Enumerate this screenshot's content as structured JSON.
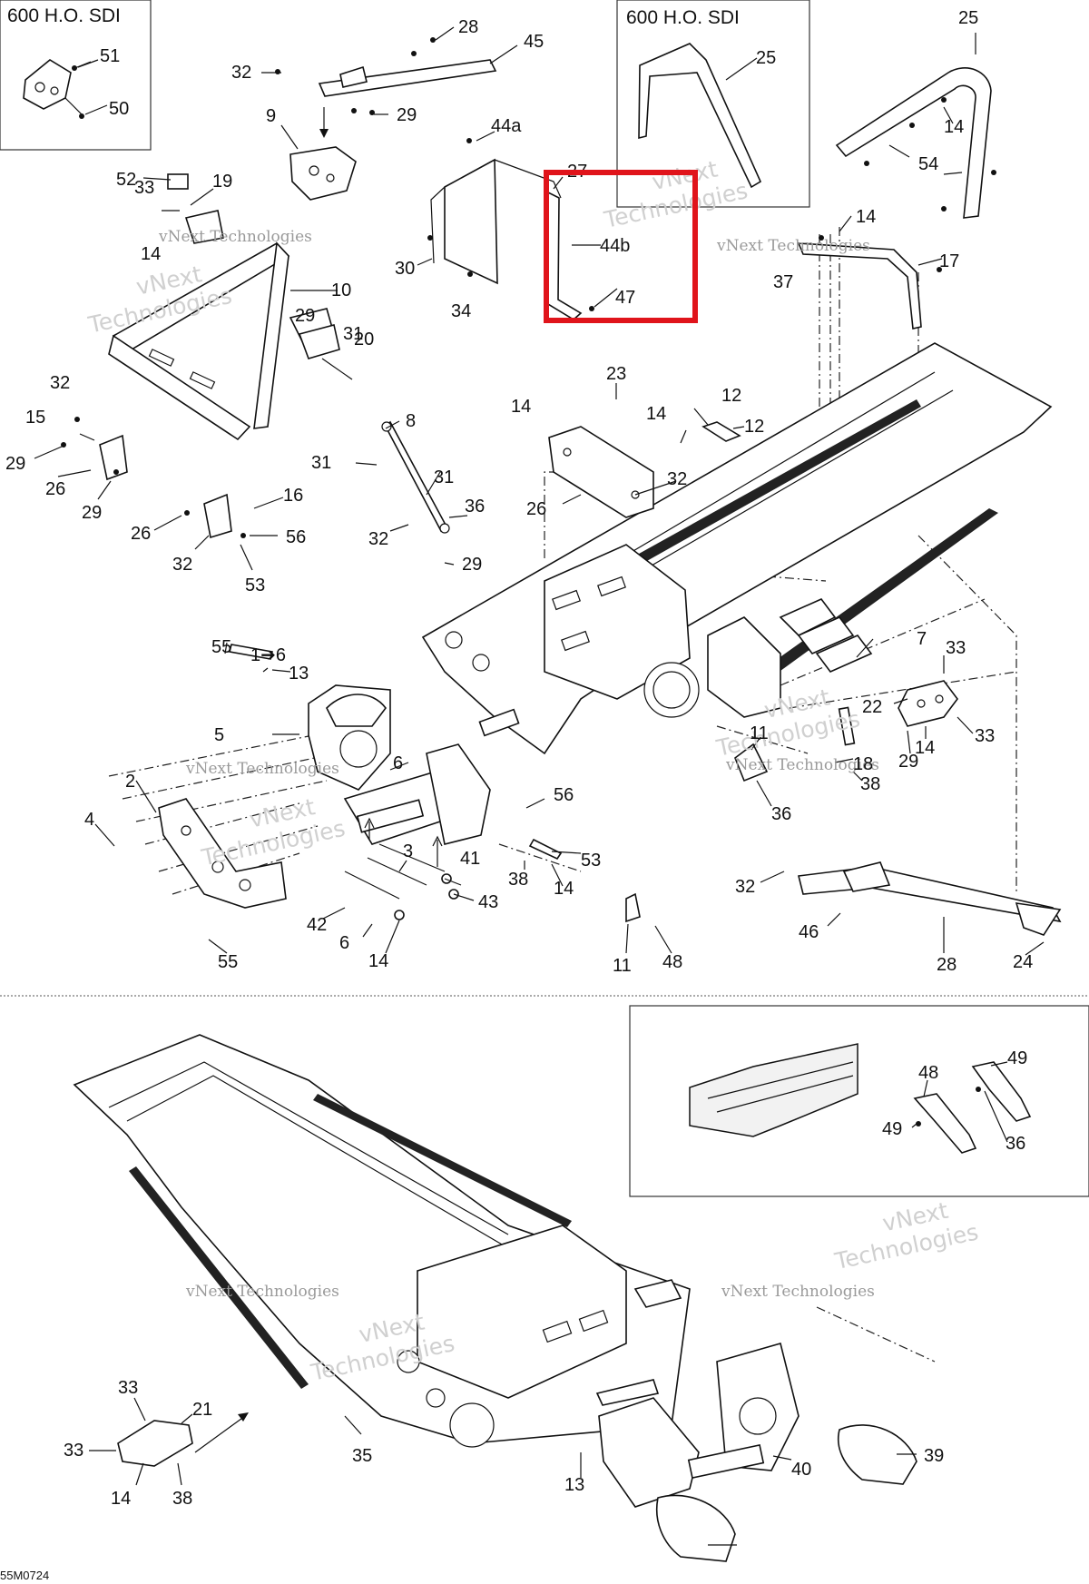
{
  "diagram": {
    "insets": [
      {
        "id": "inset-600-1",
        "title": "600 H.O. SDI"
      },
      {
        "id": "inset-600-2",
        "title": "600 H.O. SDI"
      }
    ],
    "callouts": [
      "28",
      "45",
      "32",
      "29",
      "9",
      "51",
      "50",
      "52",
      "19",
      "33",
      "14",
      "10",
      "20",
      "31",
      "30",
      "29",
      "34",
      "44a",
      "27",
      "44b",
      "47",
      "25",
      "25",
      "14",
      "54",
      "14",
      "37",
      "17",
      "23",
      "14",
      "14",
      "12",
      "12",
      "32",
      "26",
      "32",
      "15",
      "29",
      "26",
      "29",
      "8",
      "31",
      "31",
      "36",
      "32",
      "29",
      "16",
      "26",
      "32",
      "56",
      "53",
      "55",
      "1➔6",
      "13",
      "5",
      "6",
      "2",
      "4",
      "3",
      "41",
      "43",
      "42",
      "6",
      "14",
      "55",
      "56",
      "53",
      "38",
      "14",
      "7",
      "11",
      "18",
      "38",
      "36",
      "33",
      "22",
      "14",
      "33",
      "29",
      "32",
      "46",
      "28",
      "24",
      "11",
      "48",
      "48",
      "49",
      "49",
      "36",
      "33",
      "21",
      "33",
      "14",
      "38",
      "35",
      "13",
      "40",
      "39"
    ],
    "watermark": {
      "line1": "vNext",
      "line2": "Technologies",
      "small": "vNext Technologies"
    },
    "drawing_code": "55M0724",
    "highlight_color": "#e0141b"
  }
}
